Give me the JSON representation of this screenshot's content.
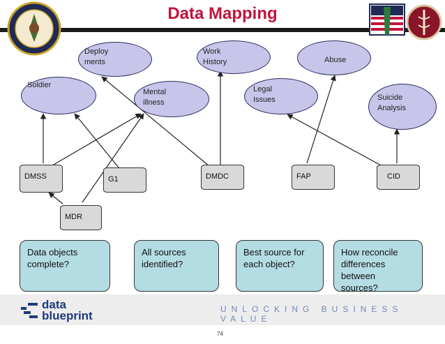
{
  "title": "Data Mapping",
  "concepts": [
    {
      "id": "soldier",
      "label": "Soldier"
    },
    {
      "id": "deployments",
      "label": "Deploy\nments"
    },
    {
      "id": "mental",
      "label": "Mental\nillness"
    },
    {
      "id": "work",
      "label": "Work\nHistory"
    },
    {
      "id": "legal",
      "label": "Legal\nIssues"
    },
    {
      "id": "abuse",
      "label": "Abuse"
    },
    {
      "id": "suicide",
      "label": "Suicide\nAnalysis"
    }
  ],
  "sources": [
    {
      "id": "dmss",
      "label": "DMSS"
    },
    {
      "id": "g1",
      "label": "G1"
    },
    {
      "id": "dmdc",
      "label": "DMDC"
    },
    {
      "id": "fap",
      "label": "FAP"
    },
    {
      "id": "cid",
      "label": "CID"
    },
    {
      "id": "mdr",
      "label": "MDR"
    }
  ],
  "questions": [
    "Data objects\ncomplete?",
    "All sources\nidentified?",
    "Best source for\neach object?",
    "How reconcile\ndifferences\nbetween\nsources?"
  ],
  "footer": {
    "logo_top": "data",
    "logo_bottom": "blueprint",
    "tagline": "UNLOCKING BUSINESS VALUE",
    "page_number": "74"
  },
  "colors": {
    "title": "#c0143c",
    "concept_fill": "#c7c6ea",
    "question_fill": "#b4dce3",
    "source_fill": "#d9d9d9"
  }
}
